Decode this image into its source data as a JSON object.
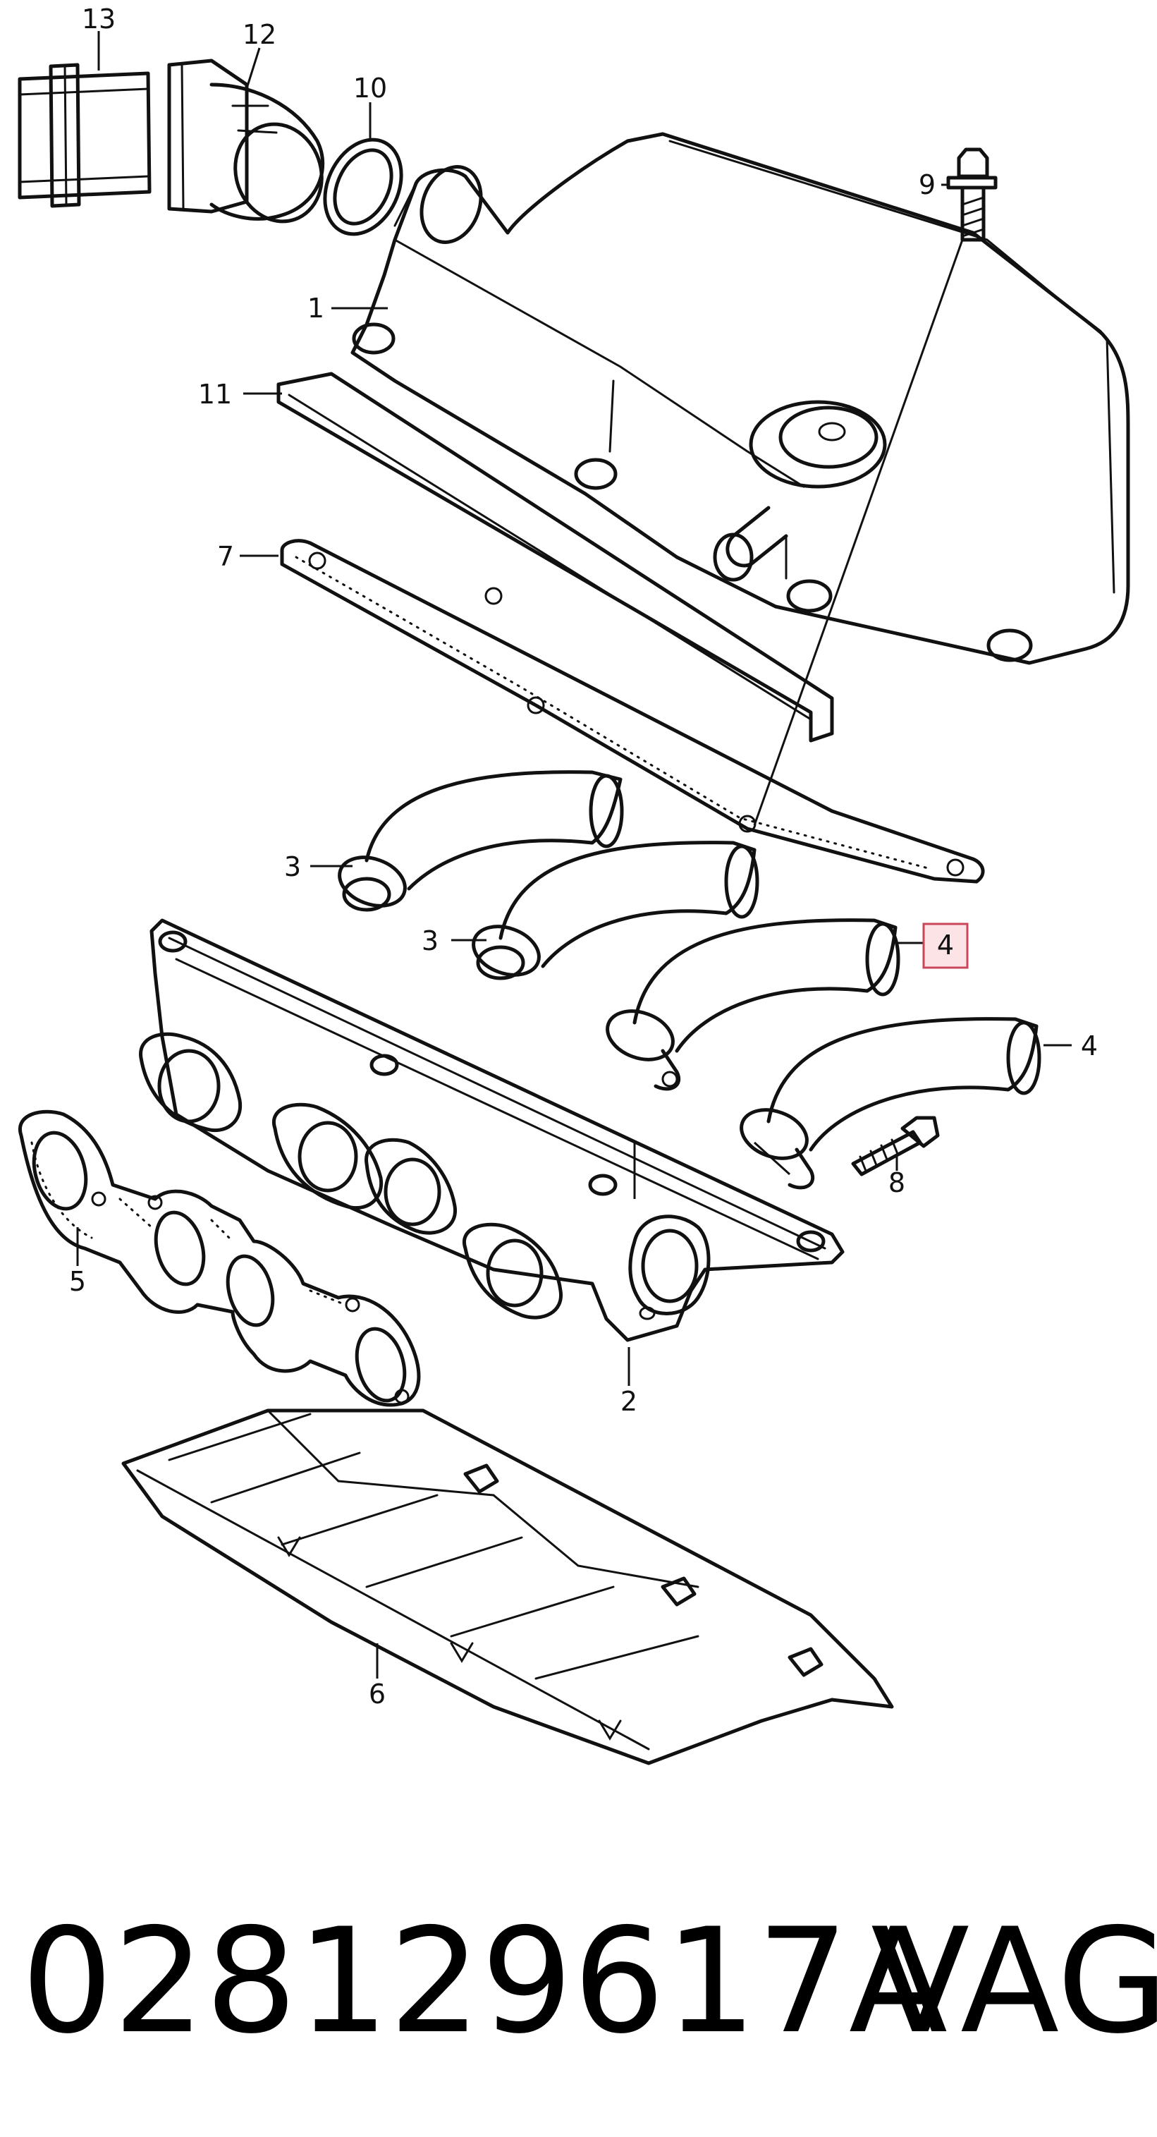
{
  "callouts": {
    "c1": "1",
    "c2": "2",
    "c3a": "3",
    "c3b": "3",
    "c4a": "4",
    "c4b": "4",
    "c5": "5",
    "c6": "6",
    "c7": "7",
    "c8": "8",
    "c9": "9",
    "c10": "10",
    "c11": "11",
    "c12": "12",
    "c13": "13"
  },
  "highlighted_callout": "4",
  "highlight_color": "#fbe3e6",
  "highlight_border_color": "#c9475a",
  "caption": {
    "part_number": "028129617A",
    "brand": "VAG"
  }
}
